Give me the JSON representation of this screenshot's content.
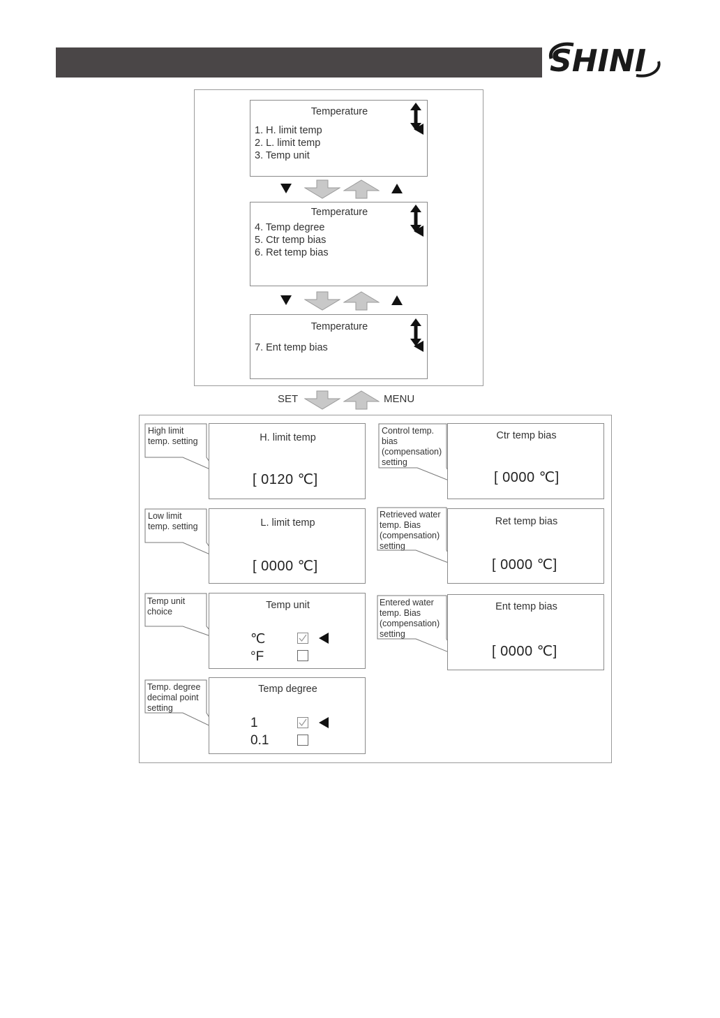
{
  "brand": {
    "logo_text": "SHINI"
  },
  "menu": {
    "screens": [
      {
        "title": "Temperature",
        "items": [
          "1. H. limit temp",
          "2. L. limit temp",
          "3. Temp unit"
        ]
      },
      {
        "title": "Temperature",
        "items": [
          "4. Temp degree",
          "5. Ctr temp bias",
          "6. Ret temp bias"
        ]
      },
      {
        "title": "Temperature",
        "items": [
          "7. Ent temp bias"
        ]
      }
    ]
  },
  "keys": {
    "set": "SET",
    "menu": "MENU"
  },
  "settings": {
    "h_limit": {
      "callout": "High limit\ntemp. setting",
      "title": "H. limit temp",
      "value": "[  0120 ℃]"
    },
    "l_limit": {
      "callout": "Low limit\ntemp. setting",
      "title": "L. limit temp",
      "value": "[   0000 ℃]"
    },
    "temp_unit": {
      "callout": "Temp unit\nchoice",
      "title": "Temp unit",
      "options": [
        "℃",
        "°F"
      ],
      "selected_index": 0
    },
    "temp_degree": {
      "callout": "Temp. degree\ndecimal point\nsetting",
      "title": "Temp degree",
      "options": [
        "1",
        "0.1"
      ],
      "selected_index": 0
    },
    "ctr_bias": {
      "callout": "Control temp.\nbias\n(compensation)\nsetting",
      "title": "Ctr temp bias",
      "value": "[ 0000 ℃]"
    },
    "ret_bias": {
      "callout": "Retrieved water\ntemp. Bias\n(compensation)\nsetting",
      "title": "Ret temp bias",
      "value": "[  0000 ℃]"
    },
    "ent_bias": {
      "callout": "Entered water\ntemp. Bias\n(compensation)\nsetting",
      "title": "Ent temp bias",
      "value": "[  0000 ℃]"
    }
  },
  "colors": {
    "header_bar": "#4a4647",
    "arrow_fill": "#c8c8c8",
    "border": "#8a8a8a"
  },
  "icons": [
    "up-down-arrow-icon",
    "left-pointer-icon",
    "down-arrow-icon",
    "up-arrow-icon",
    "checkbox-checked-icon",
    "checkbox-empty-icon"
  ]
}
